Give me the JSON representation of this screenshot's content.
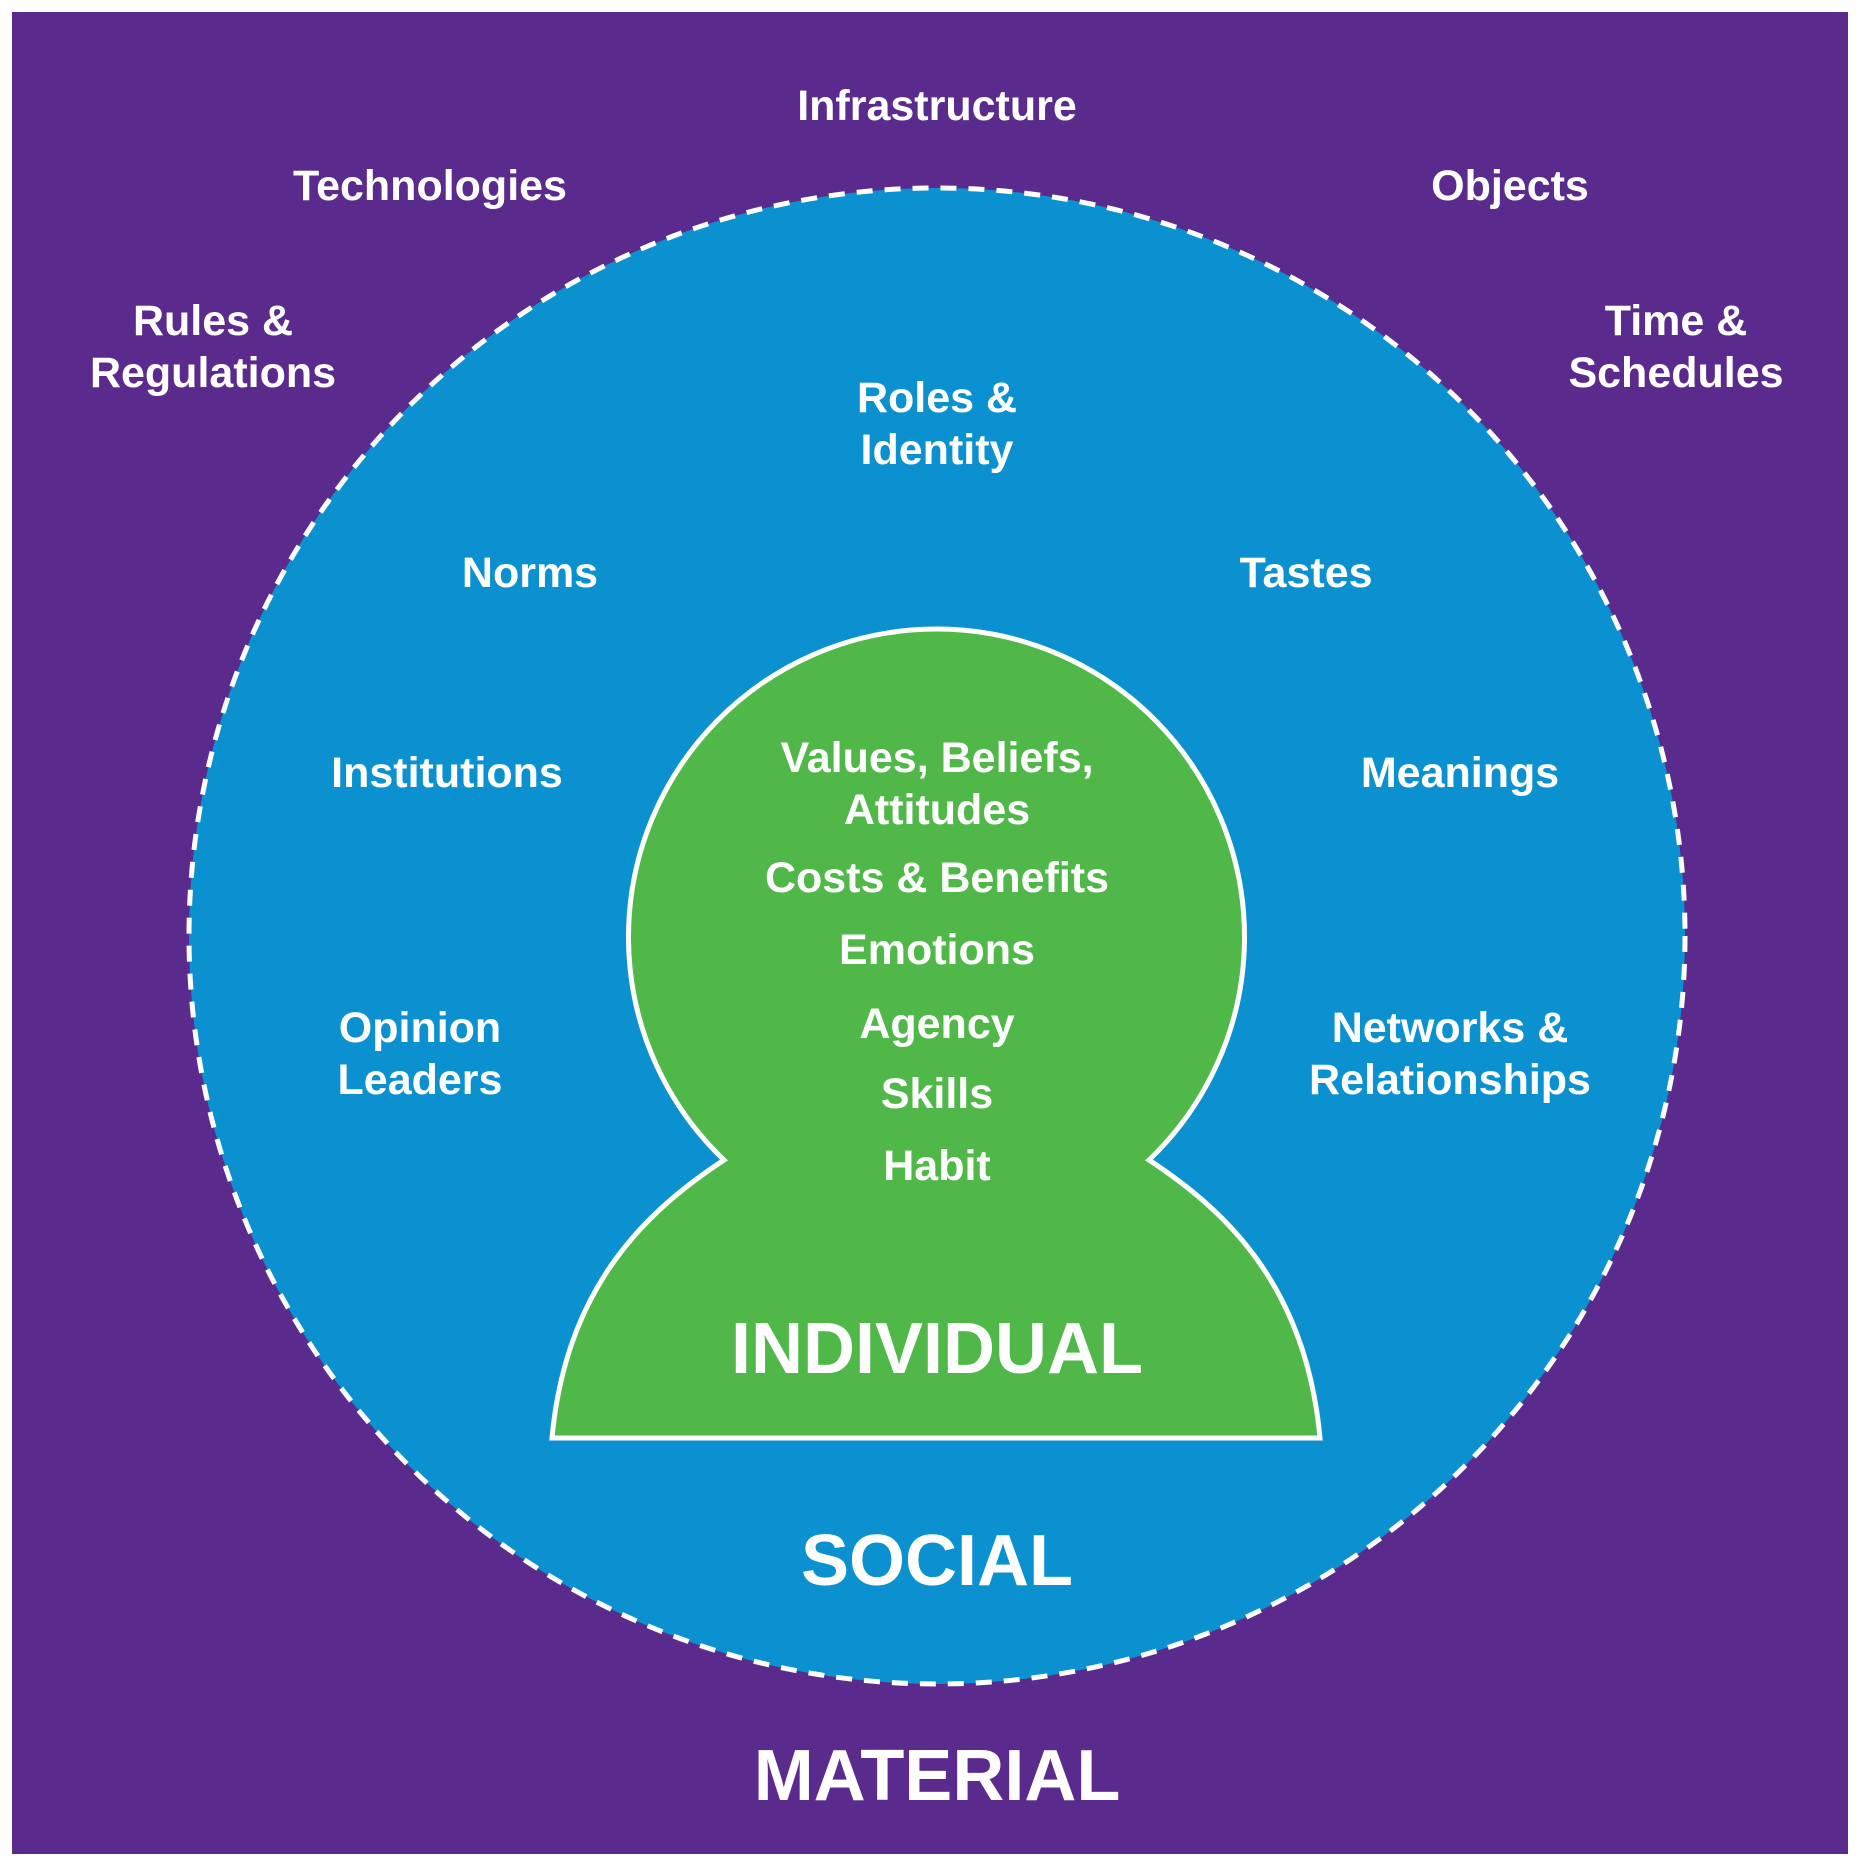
{
  "colors": {
    "material_bg": "#5a2b8c",
    "social_fill": "#0b91cf",
    "individual_fill": "#50b848",
    "border": "#ffffff",
    "text": "#ffffff"
  },
  "material": {
    "title": "MATERIAL",
    "items": {
      "infrastructure": "Infrastructure",
      "technologies": "Technologies",
      "objects": "Objects",
      "rules_line1": "Rules &",
      "rules_line2": "Regulations",
      "time_line1": "Time &",
      "time_line2": "Schedules"
    }
  },
  "social": {
    "title": "SOCIAL",
    "items": {
      "roles_line1": "Roles &",
      "roles_line2": "Identity",
      "norms": "Norms",
      "tastes": "Tastes",
      "institutions": "Institutions",
      "meanings": "Meanings",
      "opinion_line1": "Opinion",
      "opinion_line2": "Leaders",
      "networks_line1": "Networks &",
      "networks_line2": "Relationships"
    }
  },
  "individual": {
    "title": "INDIVIDUAL",
    "items": {
      "values_line1": "Values, Beliefs,",
      "values_line2": "Attitudes",
      "costs": "Costs & Benefits",
      "emotions": "Emotions",
      "agency": "Agency",
      "skills": "Skills",
      "habit": "Habit"
    }
  }
}
